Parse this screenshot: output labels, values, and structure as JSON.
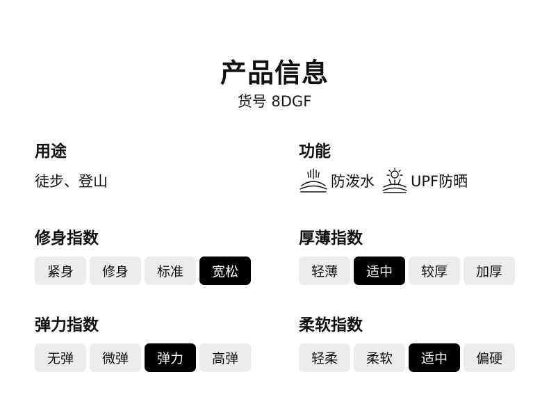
{
  "header": {
    "title": "产品信息",
    "subtitle": "货号 8DGF"
  },
  "usage": {
    "label": "用途",
    "value": "徒步、登山"
  },
  "function": {
    "label": "功能",
    "features": [
      {
        "icon": "water-repellent-icon",
        "label": "防泼水"
      },
      {
        "icon": "sun-protection-icon",
        "label": "UPF防晒"
      }
    ]
  },
  "fit": {
    "label": "修身指数",
    "options": [
      "紧身",
      "修身",
      "标准",
      "宽松"
    ],
    "selected": "宽松"
  },
  "thickness": {
    "label": "厚薄指数",
    "options": [
      "轻薄",
      "适中",
      "较厚",
      "加厚"
    ],
    "selected": "适中"
  },
  "elasticity": {
    "label": "弹力指数",
    "options": [
      "无弹",
      "微弹",
      "弹力",
      "高弹"
    ],
    "selected": "弹力"
  },
  "softness": {
    "label": "柔软指数",
    "options": [
      "轻柔",
      "柔软",
      "适中",
      "偏硬"
    ],
    "selected": "适中"
  },
  "colors": {
    "chip_bg": "#ececec",
    "chip_active_bg": "#000000",
    "chip_active_text": "#ffffff"
  }
}
